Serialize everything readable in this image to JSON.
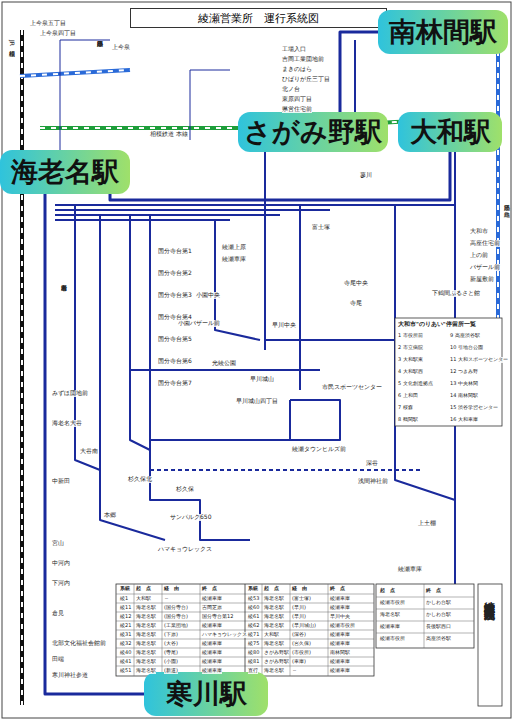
{
  "diagram": {
    "title": "綾瀬営業所　運行系統図",
    "nodes": [
      {
        "text": [
          "南林間駅"
        ]
      },
      {
        "text": [
          "さがみ野駅"
        ]
      },
      {
        "text": [
          "大和駅"
        ]
      },
      {
        "text": [
          "海老名駅"
        ]
      },
      {
        "text": [
          "寒川駅"
        ]
      }
    ],
    "edges": [
      {
        "from": 3,
        "to": 4,
        "arrow": "none"
      },
      {
        "from": 3,
        "to": 2,
        "arrow": "none"
      },
      {
        "from": 1,
        "to": 0,
        "arrow": "none"
      }
    ],
    "labels": [
      "JR相模線",
      "小田急小田原線",
      "相模鉄道 本線",
      "小田急江ノ島線",
      "上今泉五丁目",
      "上今泉四丁目",
      "上今泉",
      "工場入口",
      "吉岡工業団地前",
      "まきのはら",
      "ひばりが丘三丁目",
      "北ノ台",
      "東原四丁目",
      "県営住宅前",
      "蓼川",
      "大和市",
      "高座住宅前",
      "上の前",
      "バザール前",
      "新屋敷前",
      "下鶴間ふるさと館",
      "富士塚",
      "綾瀬上原",
      "綾瀬車庫",
      "小園中央",
      "小園バザール前",
      "国分寺台第1",
      "国分寺台第2",
      "国分寺台第3",
      "国分寺台第4",
      "国分寺台第5",
      "国分寺台第6",
      "国分寺台第7",
      "早川中央",
      "早川城山",
      "早川城山四丁目",
      "光綾公園",
      "市民スポーツセンター",
      "綾瀬タウンヒルズ前",
      "寺尾中央",
      "寺尾",
      "深谷",
      "浅間神社前",
      "上土棚",
      "綾瀬車庫",
      "海老名市役所",
      "みずほ団地前",
      "海老名大谷",
      "大谷南",
      "中新田",
      "杉久保北",
      "杉久保",
      "本郷",
      "サンパルク650",
      "ハマキョウレックス",
      "宮山",
      "中河内",
      "下河内",
      "倉見",
      "北部文化福祉会館前",
      "田端",
      "寒川神社参道",
      "大和市\"のりあい\"停留所一覧",
      "1 市役所前",
      "2 市立病院",
      "3 大和駅東",
      "4 大和駅西",
      "5 文化創造拠点",
      "6 上和田",
      "7 桜森",
      "8 鶴間駅",
      "9 高座渋谷駅",
      "10 引地台公園",
      "11 大和スポーツセンター",
      "12 つきみ野",
      "13 中央林間",
      "14 南林間駅",
      "15 渋谷学習センター",
      "16 大和車庫",
      "系統",
      "起　点",
      "経　由",
      "終　点",
      "綾1",
      "大和駅",
      "～",
      "綾瀬車庫",
      "綾11",
      "海老名駅",
      "(国分寺台)",
      "吉岡芝原",
      "綾12",
      "海老名駅",
      "(国分寺台)",
      "国分寺台第12",
      "綾21",
      "海老名駅",
      "(工業団地)",
      "綾瀬車庫",
      "綾31",
      "海老名駅",
      "(下原)",
      "ハマキョウレックス",
      "綾32",
      "海老名駅",
      "(大谷)",
      "綾瀬車庫",
      "綾40",
      "海老名駅",
      "(寺尾)",
      "綾瀬車庫",
      "綾41",
      "海老名駅",
      "(小園)",
      "綾瀬車庫",
      "綾51",
      "海老名駅",
      "(新道)",
      "綾瀬車庫",
      "系統",
      "起　点",
      "経　由",
      "終　点",
      "綾53",
      "海老名駅",
      "(富士塚)",
      "綾瀬車庫",
      "綾60",
      "海老名駅",
      "(早川)",
      "綾瀬車庫",
      "綾61",
      "海老名駅",
      "(早川)",
      "早川中央",
      "綾62",
      "海老名駅",
      "(早川城山)",
      "綾瀬市役所",
      "綾71",
      "大和駅",
      "(深谷)",
      "綾瀬車庫",
      "綾75",
      "海老名駅",
      "(宮久保)",
      "綾瀬車庫",
      "綾80",
      "さがみ野駅",
      "(市役所)",
      "南林間駅",
      "綾81",
      "さがみ野駅",
      "(車庫)",
      "綾瀬車庫",
      "直行",
      "海老名駅",
      "～",
      "綾瀬車庫",
      "起　点",
      "終　点",
      "綾瀬市役所",
      "かしわ台駅",
      "海老名駅",
      "かしわ台駅",
      "綾瀬車庫",
      "長後駅西口",
      "綾瀬市役所",
      "高座渋谷駅",
      "綾瀬営業所運行系統図"
    ]
  }
}
